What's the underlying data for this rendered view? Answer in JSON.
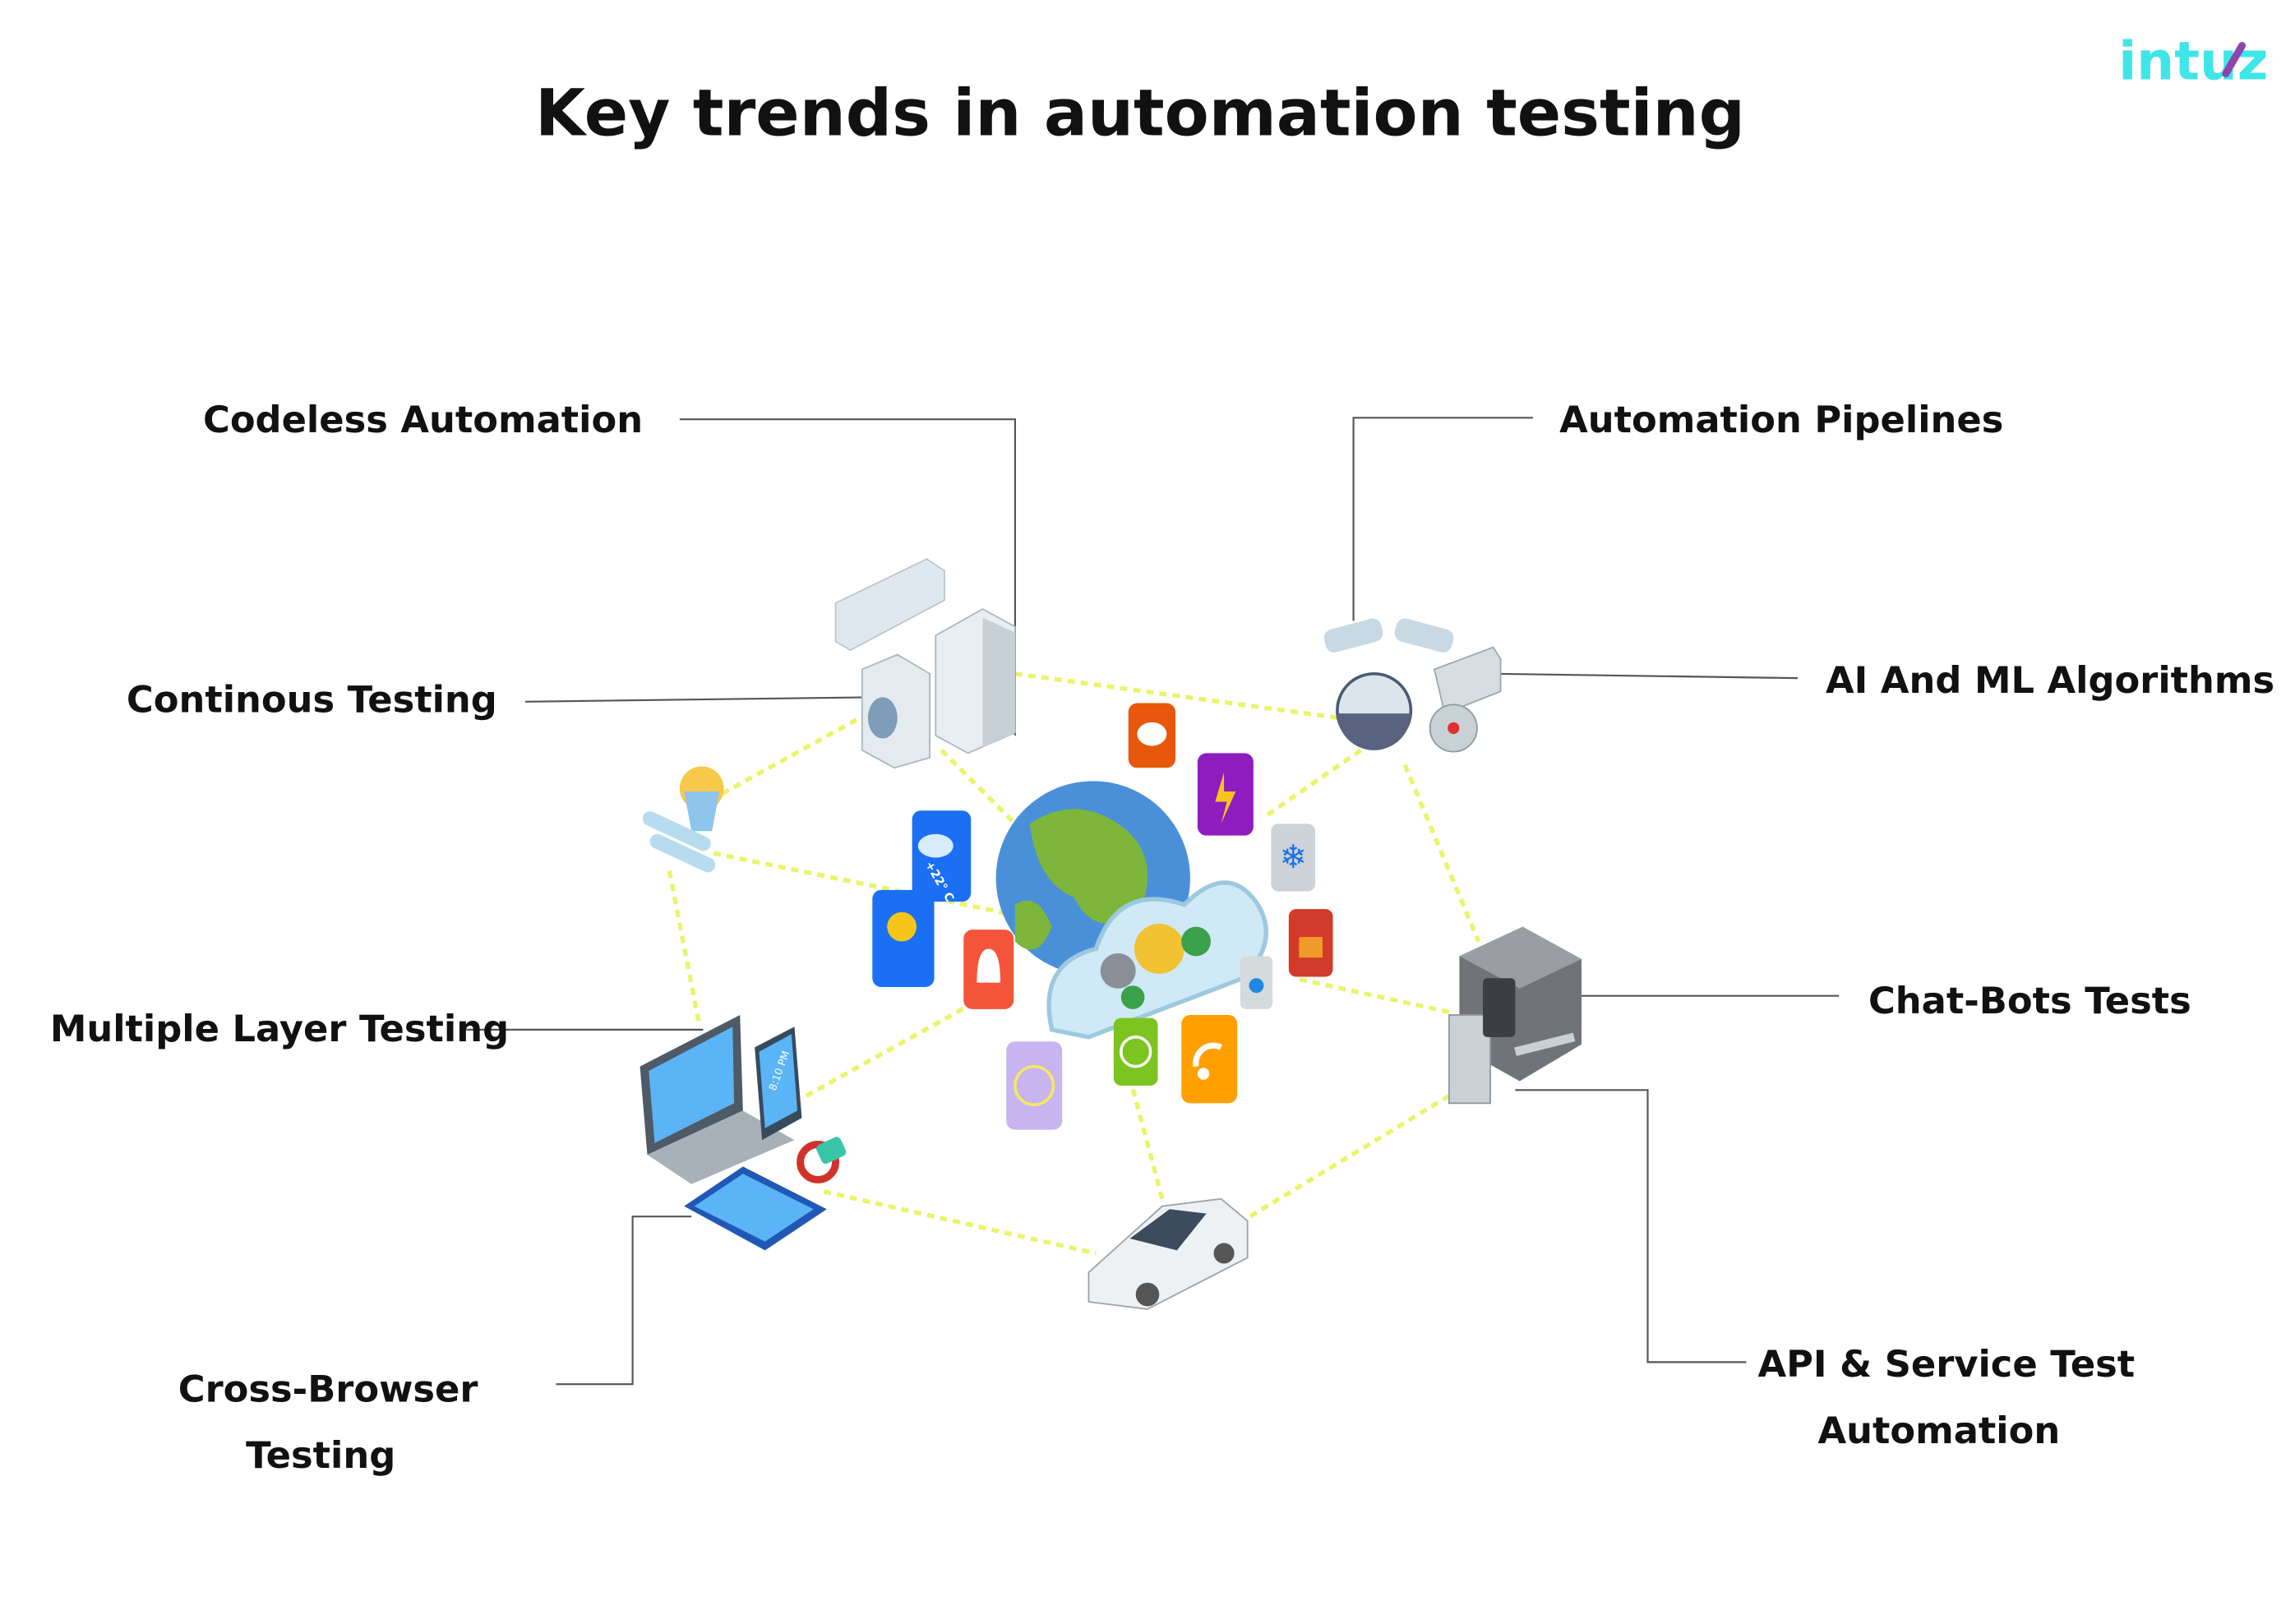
{
  "title": "Key trends in automation testing",
  "logo": {
    "text": "intuz",
    "colors": {
      "primary": "#3ee6e8",
      "accent": "#8e44ad"
    }
  },
  "trends": {
    "codeless": "Codeless Automation",
    "pipelines": "Automation Pipelines",
    "continuous": "Continous Testing",
    "ai_ml": "AI And ML Algorithms",
    "multi_layer": "Multiple Layer Testing",
    "chatbots": "Chat-Bots Tests",
    "cross_browser": [
      "Cross-Browser",
      "Testing"
    ],
    "api_service": [
      "API & Service Test",
      "Automation"
    ]
  },
  "illustration": {
    "weather_tile": "+22° C",
    "phone_time": "8:10 PM",
    "network_color": "#e8f56a",
    "icons": [
      "globe-icon",
      "cloud-gears-icon",
      "chat-icon",
      "lightning-icon",
      "snowflake-icon",
      "lock-icon",
      "water-drop-icon",
      "wifi-icon",
      "web-icon",
      "clock-icon",
      "bell-icon",
      "lightbulb-icon",
      "weather-icon",
      "air-conditioner-icon",
      "washing-machine-icon",
      "fridge-icon",
      "security-camera-icon",
      "smart-bulb-icon",
      "laptop-icon",
      "smartphone-icon",
      "smartwatch-icon",
      "tablet-icon",
      "car-icon",
      "safe-icon"
    ]
  }
}
